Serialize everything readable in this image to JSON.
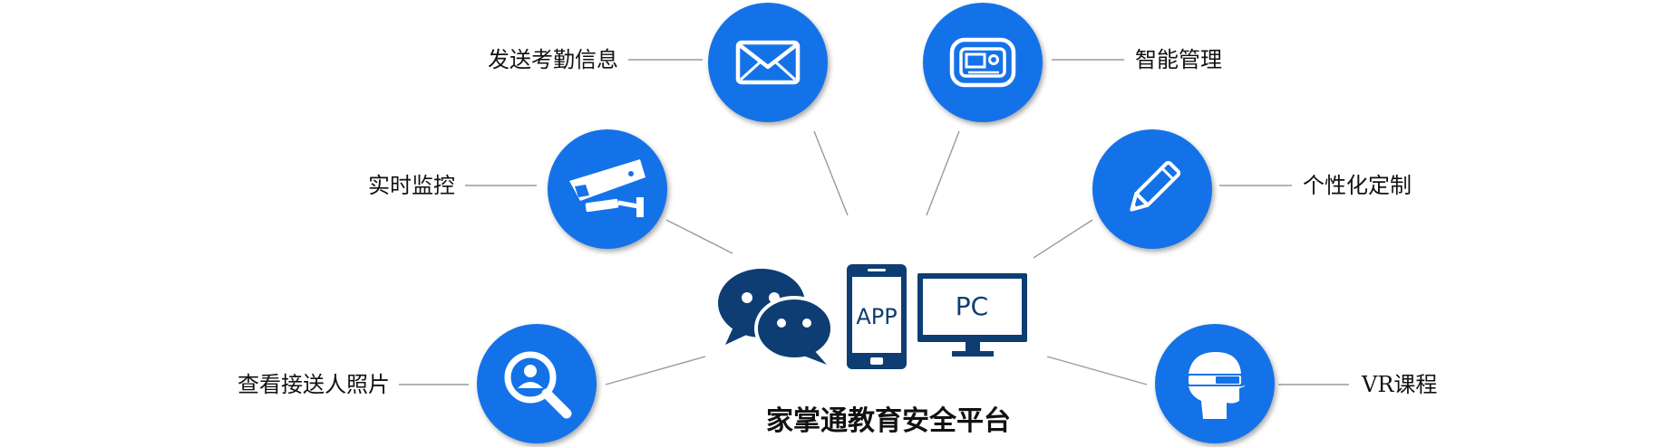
{
  "platform": {
    "title": "家掌通教育安全平台",
    "app_label": "APP",
    "pc_label": "PC"
  },
  "features": [
    {
      "id": "send-attendance",
      "label": "发送考勤信息",
      "icon": "envelope-icon"
    },
    {
      "id": "smart-management",
      "label": "智能管理",
      "icon": "card-reader-icon"
    },
    {
      "id": "live-monitoring",
      "label": "实时监控",
      "icon": "security-camera-icon"
    },
    {
      "id": "personalization",
      "label": "个性化定制",
      "icon": "pencil-icon"
    },
    {
      "id": "pickup-photos",
      "label": "查看接送人照片",
      "icon": "magnifier-person-icon"
    },
    {
      "id": "vr-courses",
      "label": "VR课程",
      "icon": "vr-head-icon"
    }
  ],
  "colors": {
    "node": "#1472e8",
    "device": "#0d3d73",
    "connector": "#9a9a9a"
  }
}
